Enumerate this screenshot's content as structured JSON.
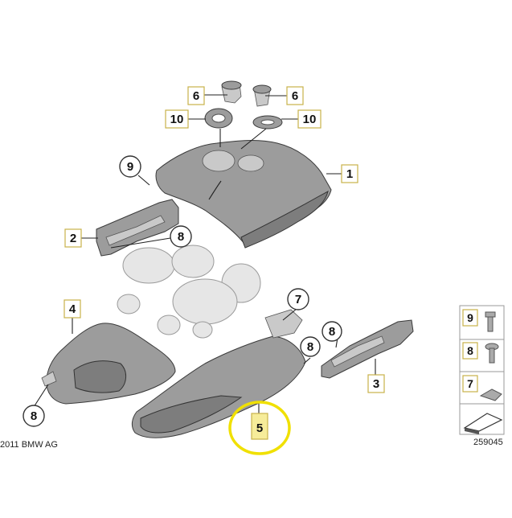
{
  "diagram": {
    "copyright": "2011 BMW AG",
    "image_number": "259045",
    "callouts": [
      "6",
      "6",
      "10",
      "10",
      "9",
      "1",
      "2",
      "8",
      "7",
      "4",
      "8",
      "3",
      "8",
      "5"
    ],
    "highlighted_part": "5",
    "legend": [
      "9",
      "8",
      "7"
    ],
    "highlight_color": "#f0e000"
  }
}
